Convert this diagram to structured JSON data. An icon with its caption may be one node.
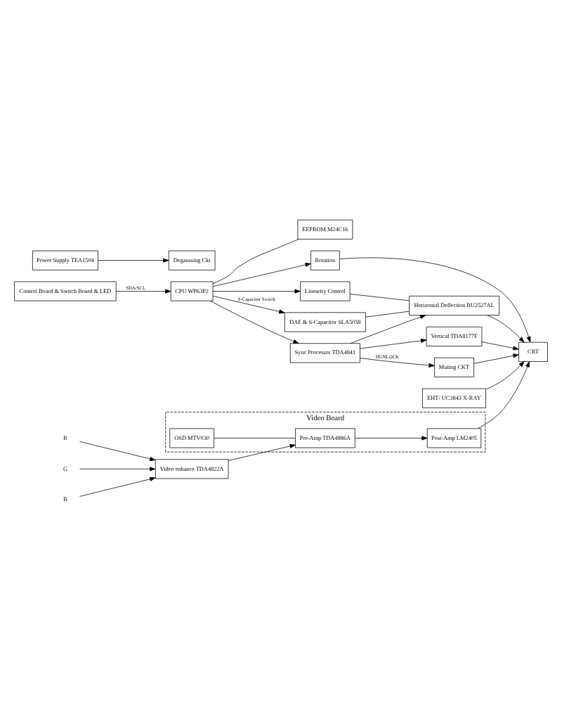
{
  "diagram": {
    "nodes": [
      {
        "text": [
          "Video Board"
        ]
      },
      {
        "text": [
          "Control Board & Switch Board & LED"
        ]
      },
      {
        "text": [
          "Video enhance TDA4822A"
        ]
      },
      {
        "text": [
          "Pre-Amp TDA4886A"
        ],
        "in": 0
      },
      {
        "text": [
          "OSD MTV030"
        ],
        "in": 0
      },
      {
        "text": [
          "Post-Amp LM2405"
        ],
        "in": 0
      },
      {
        "text": [
          "CRT"
        ]
      },
      {
        "text": [
          "CPU WP63P2"
        ]
      },
      {
        "text": [
          "EEPROM M24C16"
        ]
      },
      {
        "text": [
          "Rotation"
        ]
      },
      {
        "text": [
          "EHT/ UC3843 X-RAY"
        ]
      },
      {
        "text": [
          "Linearity Control"
        ]
      },
      {
        "text": [
          "DAF & S-Capacitor SLA5058"
        ]
      },
      {
        "text": [
          "Horizontal Deflection BU2527AL"
        ]
      },
      {
        "text": [
          "Vertical TDA8177F"
        ]
      },
      {
        "text": [
          "Muting CKT"
        ]
      },
      {
        "text": [
          "Sync Processor TDA4841"
        ]
      },
      {
        "text": [
          "Degaussing Ckt"
        ]
      },
      {
        "text": [
          "Power Supply TEA1504"
        ]
      },
      {
        "text": [
          "R"
        ]
      },
      {
        "text": [
          "G"
        ]
      },
      {
        "text": [
          "B"
        ]
      }
    ],
    "edges": [
      {
        "from": 19,
        "to": 2,
        "arrow": "to"
      },
      {
        "from": 20,
        "to": 2,
        "arrow": "to"
      },
      {
        "from": 21,
        "to": 2,
        "arrow": "to"
      },
      {
        "from": 2,
        "to": 3,
        "arrow": "to"
      },
      {
        "from": 4,
        "to": 3,
        "arrow": "none"
      },
      {
        "from": 3,
        "to": 5,
        "arrow": "to"
      },
      {
        "from": 5,
        "to": 6,
        "arrow": "to"
      },
      {
        "from": 1,
        "to": 7,
        "arrow": "to",
        "label": "SDA/SCL"
      },
      {
        "from": 7,
        "to": 8,
        "arrow": "none"
      },
      {
        "from": 7,
        "to": 9,
        "arrow": "to"
      },
      {
        "from": 9,
        "to": 6,
        "arrow": "to"
      },
      {
        "from": 7,
        "to": 11,
        "arrow": "to"
      },
      {
        "from": 7,
        "to": 12,
        "arrow": "to",
        "label": "S-Capacitor Switch"
      },
      {
        "from": 7,
        "to": 16,
        "arrow": "to"
      },
      {
        "from": 16,
        "to": 13,
        "arrow": "to"
      },
      {
        "from": 16,
        "to": 14,
        "arrow": "to"
      },
      {
        "from": 16,
        "to": 15,
        "arrow": "to",
        "label": "HUNLOCK"
      },
      {
        "from": 11,
        "to": 13,
        "arrow": "none"
      },
      {
        "from": 12,
        "to": 13,
        "arrow": "none"
      },
      {
        "from": 10,
        "to": 6,
        "arrow": "to"
      },
      {
        "from": 13,
        "to": 6,
        "arrow": "to"
      },
      {
        "from": 14,
        "to": 6,
        "arrow": "to"
      },
      {
        "from": 15,
        "to": 6,
        "arrow": "to"
      },
      {
        "from": 18,
        "to": 17,
        "arrow": "to"
      }
    ]
  }
}
